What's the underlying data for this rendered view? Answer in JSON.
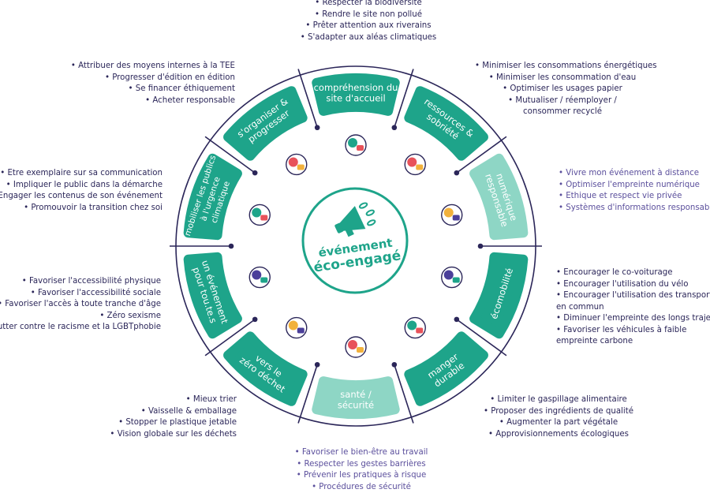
{
  "colors": {
    "teal": "#1ea48a",
    "light": "#8ed6c5",
    "navy": "#2b2659",
    "purple": "#5b4f9c"
  },
  "center": {
    "logo_line1": "événement",
    "logo_line2": "éco-engagé",
    "icon": "megaphone-leaves-icon"
  },
  "segments": [
    {
      "id": "comprehension",
      "lines": [
        "compréhension du",
        "site d'accueil"
      ],
      "light": false,
      "icon": "houses-icon"
    },
    {
      "id": "ressources",
      "lines": [
        "ressources &",
        "sobriété"
      ],
      "light": false,
      "icon": "plug-icon"
    },
    {
      "id": "numerique",
      "lines": [
        "numérique",
        "responsable"
      ],
      "light": true,
      "icon": "laptop-icon"
    },
    {
      "id": "ecomobilite",
      "lines": [
        "écomobilité"
      ],
      "light": false,
      "icon": "bike-icon"
    },
    {
      "id": "manger",
      "lines": [
        "manger",
        "durable"
      ],
      "light": false,
      "icon": "tree-fork-icon"
    },
    {
      "id": "sante",
      "lines": [
        "santé /",
        "sécurité"
      ],
      "light": true,
      "icon": "hands-heart-icon"
    },
    {
      "id": "zero-dechet",
      "lines": [
        "vers le",
        "zéro déchet"
      ],
      "light": false,
      "icon": "hourglass-icon"
    },
    {
      "id": "pour-tous",
      "lines": [
        "un événement",
        "pour tou.te.s"
      ],
      "light": false,
      "icon": "faces-icon"
    },
    {
      "id": "mobiliser",
      "lines": [
        "mobiliser les publics",
        "à l'urgence",
        "climatique"
      ],
      "light": false,
      "icon": "eye-globe-icon"
    },
    {
      "id": "organiser",
      "lines": [
        "s'organiser &",
        "progresser"
      ],
      "light": false,
      "icon": "key-arrow-icon"
    }
  ],
  "lists": {
    "comprehension": [
      "• Respecter la biodiversité",
      "• Rendre le site non pollué",
      "• Prêter attention aux riverains",
      "• S'adapter aux aléas climatiques"
    ],
    "organiser": [
      "• Attribuer des moyens internes à la TEE",
      "• Progresser d'édition en édition",
      "• Se financer éthiquement",
      "• Acheter responsable"
    ],
    "ressources": [
      "• Minimiser les consommations énergétiques",
      "• Minimiser les consommation d'eau",
      "• Optimiser les usages papier",
      "• Mutualiser / réemployer /",
      "consommer recyclé"
    ],
    "mobiliser": [
      "• Etre exemplaire sur sa communication",
      "• Impliquer le public dans la démarche",
      "• Engager les contenus de son événement",
      "• Promouvoir la transition chez soi"
    ],
    "numerique": [
      "• Vivre mon événement à distance",
      "• Optimiser l'empreinte numérique",
      "• Ethique et respect vie privée",
      "• Systèmes d'informations responsables"
    ],
    "pour_tous": [
      "• Favoriser l'accessibilité physique",
      "• Favoriser l'accessibilité sociale",
      "• Favoriser l'accès à toute tranche d'âge",
      "• Zéro sexisme",
      "• Lutter contre le racisme et la LGBTphobie"
    ],
    "ecomobilite": [
      "• Encourager le co-voiturage",
      "• Encourager l'utilisation du vélo",
      "• Encourager l'utilisation des transports",
      "en commun",
      "• Diminuer l'empreinte des longs trajets",
      "• Favoriser les véhicules à faible",
      "empreinte carbone"
    ],
    "zero_dechet": [
      "• Mieux trier",
      "• Vaisselle & emballage",
      "• Stopper le plastique jetable",
      "• Vision globale sur les déchets"
    ],
    "manger": [
      "• Limiter le gaspillage alimentaire",
      "• Proposer des ingrédients de qualité",
      "• Augmenter la part végétale",
      "• Approvisionnements écologiques"
    ],
    "sante": [
      "• Favoriser le bien-être au travail",
      "• Respecter les gestes barrières",
      "• Prévenir les pratiques à risque",
      "• Procédures de sécurité"
    ]
  }
}
